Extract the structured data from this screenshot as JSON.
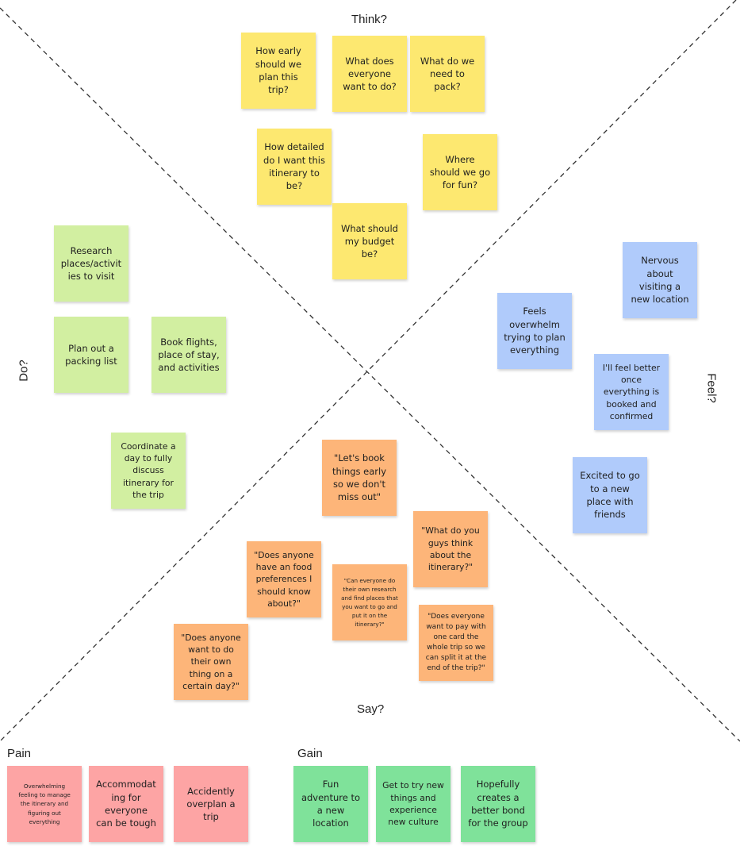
{
  "quadrants": {
    "think": "Think?",
    "do": "Do?",
    "feel": "Feel?",
    "say": "Say?"
  },
  "sections": {
    "pain": "Pain",
    "gain": "Gain"
  },
  "notes": {
    "think": [
      "How early should we plan this trip?",
      "What does everyone want to do?",
      "What do we need to pack?",
      "How detailed do I want this itinerary to be?",
      "Where should we go for fun?",
      "What should my budget be?"
    ],
    "do": [
      "Research places/activities to visit",
      "Plan out a packing list",
      "Book flights, place of stay, and activities",
      "Coordinate a day to fully discuss itinerary for the trip"
    ],
    "feel": [
      "Nervous about visiting a new location",
      "Feels overwhelm trying to plan everything",
      "I'll feel better once everything is booked and confirmed",
      "Excited to go to a new place with friends"
    ],
    "say": [
      "\"Let's book things early so we don't miss out\"",
      "\"What do you guys think about the itinerary?\"",
      "\"Does anyone have an food preferences I should know about?\"",
      "\"Can everyone do their own research and find places that you want to go and put it on the itinerary?\"",
      "\"Does everyone want to pay with one card the whole trip so we can split it at the end of the trip?\"",
      "\"Does anyone want to do their own thing on a certain day?\""
    ],
    "pain": [
      "Overwhelming feeling to manage the itinerary and figuring out everything",
      "Accommodating for everyone can be tough",
      "Accidently overplan a trip"
    ],
    "gain": [
      "Fun adventure to a new location",
      "Get to try new things and experience new culture",
      "Hopefully creates a better bond for the group"
    ]
  },
  "colors": {
    "think": "#fde870",
    "do": "#d2efa1",
    "feel": "#b0cbfb",
    "say": "#fdb579",
    "pain": "#fda4a4",
    "gain": "#7fe29a"
  }
}
